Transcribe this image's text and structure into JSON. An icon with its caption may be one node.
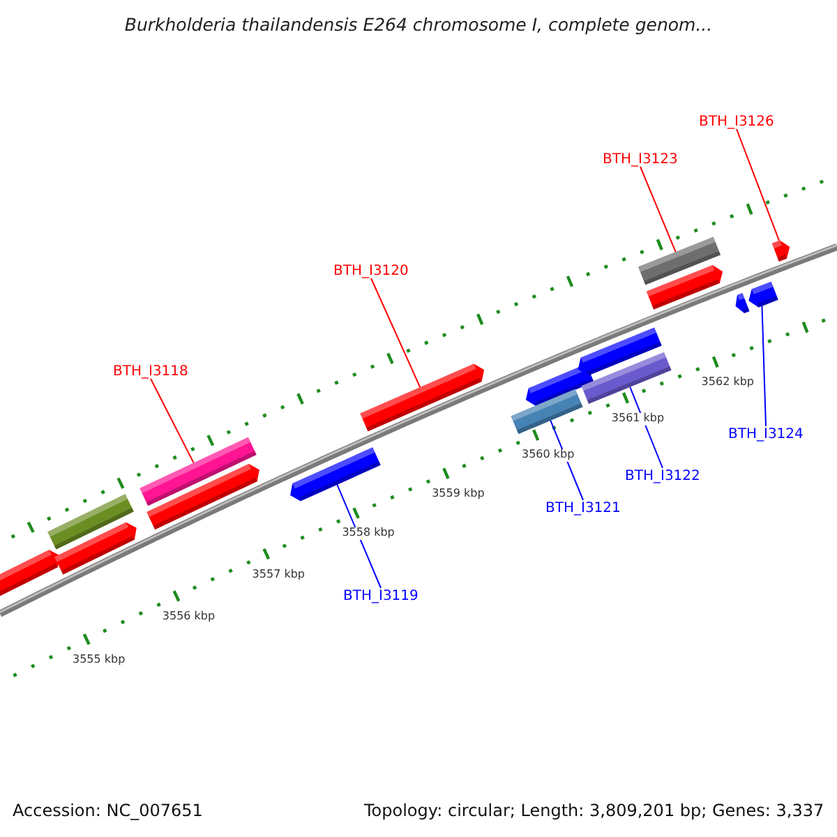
{
  "diagram": {
    "title": "Burkholderia thailandensis E264 chromosome I, complete genom...",
    "nodes": [
      {
        "text": [
          "BTH_I3126"
        ]
      },
      {
        "text": [
          "BTH_I3123"
        ]
      },
      {
        "text": [
          "BTH_I3120"
        ]
      },
      {
        "text": [
          "BTH_I3118"
        ]
      },
      {
        "text": [
          "BTH_I3124"
        ]
      },
      {
        "text": [
          "BTH_I3122"
        ]
      },
      {
        "text": [
          "BTH_I3121"
        ]
      },
      {
        "text": [
          "BTH_I3119"
        ]
      },
      {
        "text": [],
        "shape": "bar"
      },
      {
        "text": [],
        "shape": "bar"
      },
      {
        "text": [],
        "shape": "bar"
      },
      {
        "text": [],
        "shape": "bar"
      },
      {
        "text": [],
        "shape": "bar"
      },
      {
        "text": [],
        "shape": "bar"
      },
      {
        "text": [],
        "shape": "bar"
      },
      {
        "text": [],
        "shape": "bar"
      }
    ],
    "edges": [
      {
        "from": 0,
        "to": 8,
        "arrow": "none"
      },
      {
        "from": 1,
        "to": 9,
        "arrow": "none"
      },
      {
        "from": 2,
        "to": 10,
        "arrow": "none"
      },
      {
        "from": 3,
        "to": 11,
        "arrow": "none"
      },
      {
        "from": 4,
        "to": 12,
        "arrow": "none",
        "color": "#0000ff"
      },
      {
        "from": 5,
        "to": 13,
        "arrow": "none",
        "color": "#0000ff"
      },
      {
        "from": 6,
        "to": 14,
        "arrow": "none",
        "color": "#0000ff"
      },
      {
        "from": 7,
        "to": 15,
        "arrow": "none",
        "color": "#0000ff"
      }
    ],
    "labels": [
      "3555 kbp",
      "3556 kbp",
      "3557 kbp",
      "3558 kbp",
      "3559 kbp",
      "3560 kbp",
      "3561 kbp",
      "3562 kbp",
      "Accession: NC_007651",
      "Topology: circular; Length: 3,809,201 bp; Genes: 3,337"
    ]
  }
}
